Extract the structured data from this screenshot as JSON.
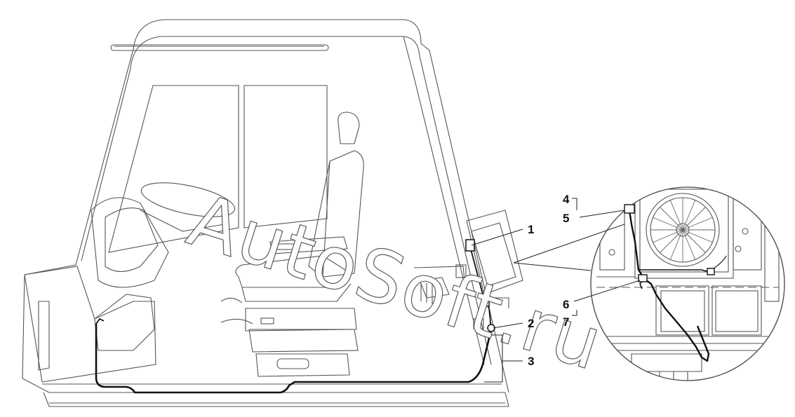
{
  "callouts": {
    "c1": "1",
    "c2": "2",
    "c3": "3",
    "c4": "4",
    "c5": "5",
    "c6": "6",
    "c7": "7"
  },
  "watermark": {
    "text": "AutoSoft.ru"
  },
  "colors": {
    "line": "#4a4a4a",
    "cable": "#111111",
    "background": "#ffffff"
  }
}
